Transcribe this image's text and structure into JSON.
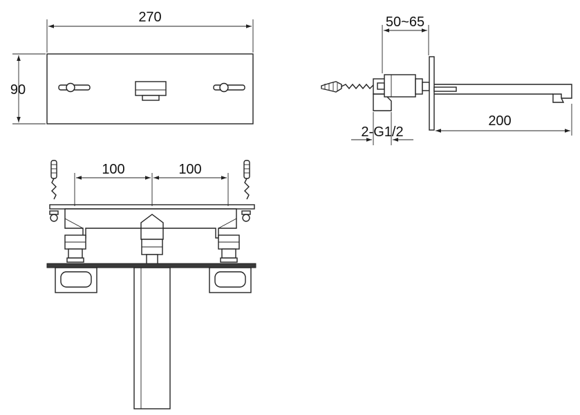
{
  "dimensions": {
    "front_width": "270",
    "front_height": "90",
    "depth_range": "50~65",
    "connection": "2-G1/2",
    "spout_length": "200",
    "spacing_left": "100",
    "spacing_right": "100"
  },
  "colors": {
    "line": "#222222",
    "background": "#ffffff"
  }
}
